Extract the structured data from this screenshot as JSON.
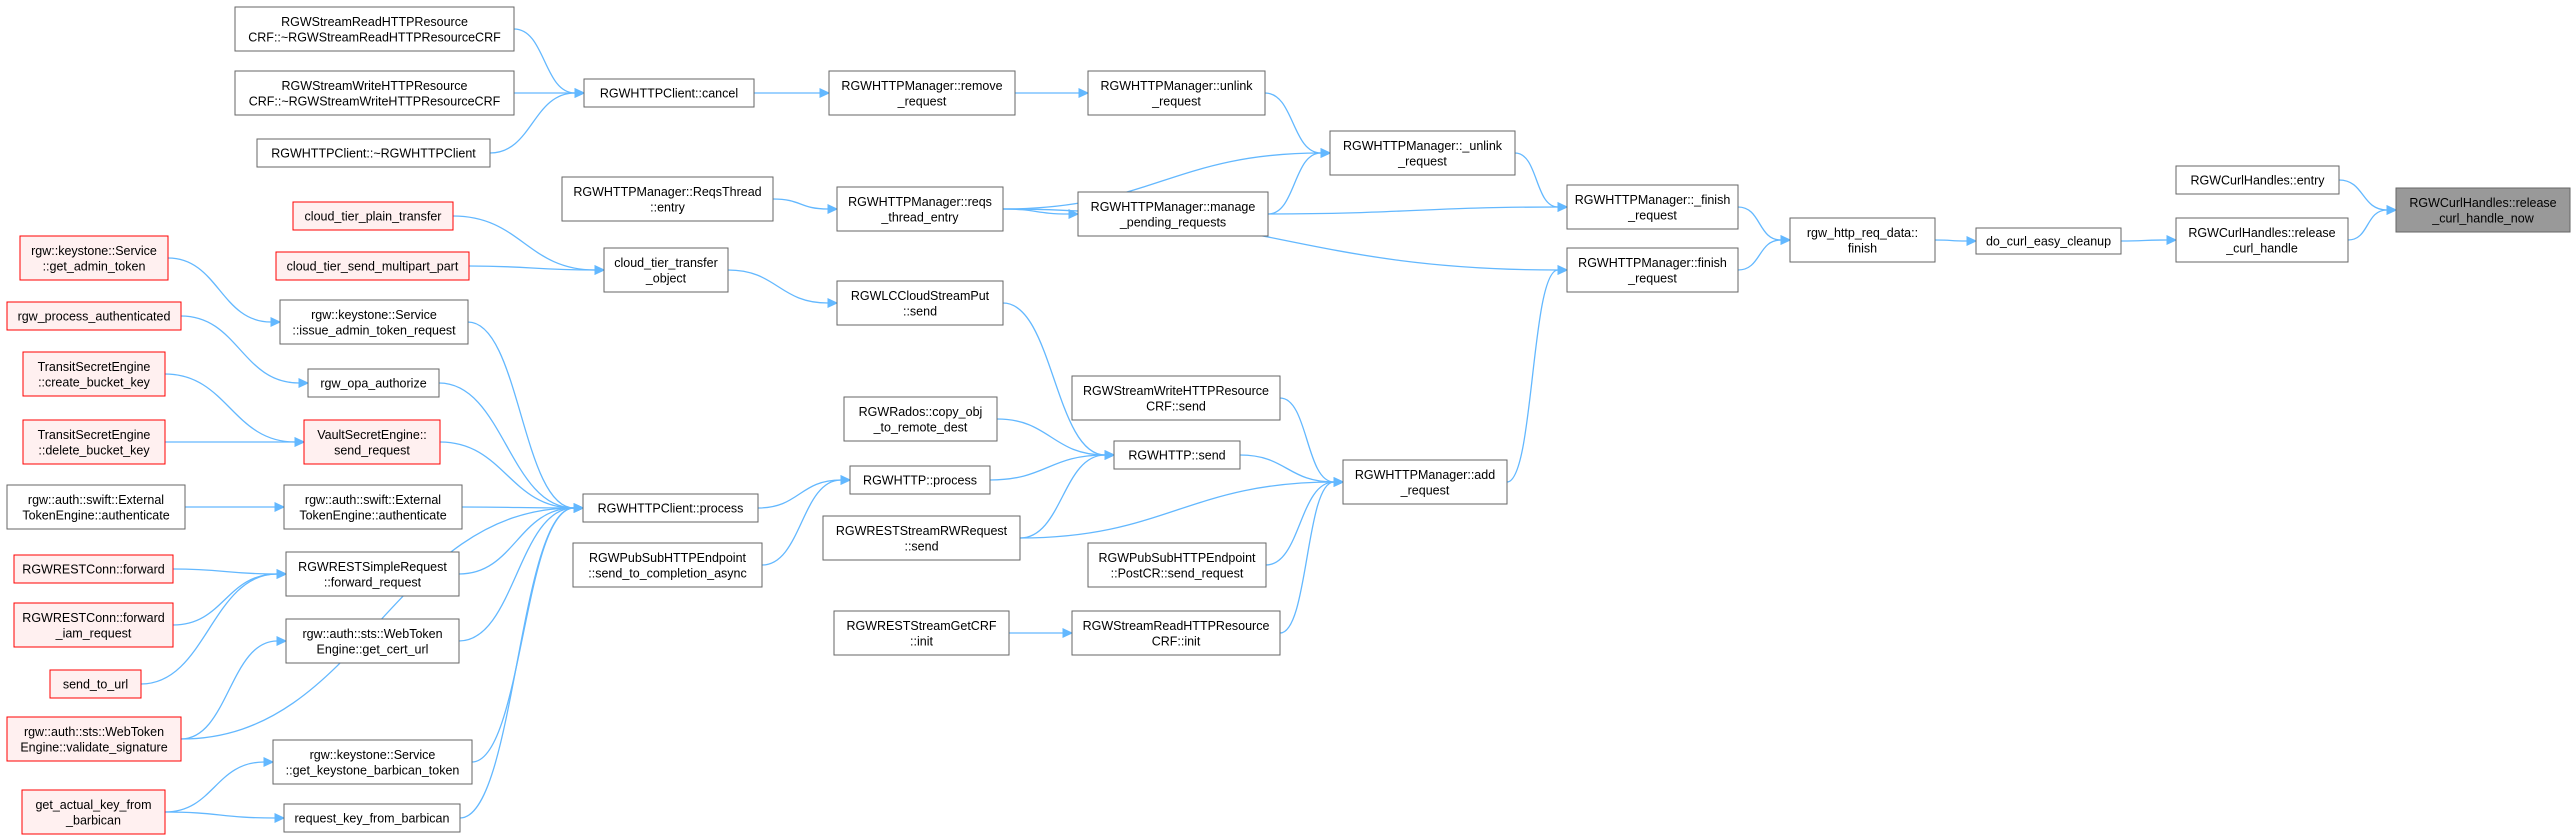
{
  "title": "",
  "colors": {
    "normal_border": "#666666",
    "normal_fill": "#ffffff",
    "red_border": "#ff0000",
    "red_fill": "#fff0f0",
    "root_fill": "#999999",
    "root_border": "#666666",
    "edge": "#63b8ff"
  },
  "nodes": [
    {
      "id": "n_root",
      "style": "root",
      "lines": [
        "RGWCurlHandles::release",
        "_curl_handle_now"
      ]
    },
    {
      "id": "n_entry",
      "style": "normal",
      "lines": [
        "RGWCurlHandles::entry"
      ]
    },
    {
      "id": "n_release",
      "style": "normal",
      "lines": [
        "RGWCurlHandles::release",
        "_curl_handle"
      ]
    },
    {
      "id": "n_cleanup",
      "style": "normal",
      "lines": [
        "do_curl_easy_cleanup"
      ]
    },
    {
      "id": "n_finish",
      "style": "normal",
      "lines": [
        "rgw_http_req_data::",
        "finish"
      ]
    },
    {
      "id": "n_mgr_ufinish",
      "style": "normal",
      "lines": [
        "RGWHTTPManager::_finish",
        "_request"
      ]
    },
    {
      "id": "n_mgr_finish",
      "style": "normal",
      "lines": [
        "RGWHTTPManager::finish",
        "_request"
      ]
    },
    {
      "id": "n_mgr_uunlink",
      "style": "normal",
      "lines": [
        "RGWHTTPManager::_unlink",
        "_request"
      ]
    },
    {
      "id": "n_mgr_manage",
      "style": "normal",
      "lines": [
        "RGWHTTPManager::manage",
        "_pending_requests"
      ]
    },
    {
      "id": "n_mgr_add",
      "style": "normal",
      "lines": [
        "RGWHTTPManager::add",
        "_request"
      ]
    },
    {
      "id": "n_mgr_unlink",
      "style": "normal",
      "lines": [
        "RGWHTTPManager::unlink",
        "_request"
      ]
    },
    {
      "id": "n_mgr_reqs",
      "style": "normal",
      "lines": [
        "RGWHTTPManager::reqs",
        "_thread_entry"
      ]
    },
    {
      "id": "n_mgr_remove",
      "style": "normal",
      "lines": [
        "RGWHTTPManager::remove",
        "_request"
      ]
    },
    {
      "id": "n_reqsthread",
      "style": "normal",
      "lines": [
        "RGWHTTPManager::ReqsThread",
        "::entry"
      ]
    },
    {
      "id": "n_client_cancel",
      "style": "normal",
      "lines": [
        "RGWHTTPClient::cancel"
      ]
    },
    {
      "id": "n_srcrf_dtor",
      "style": "normal",
      "lines": [
        "RGWStreamReadHTTPResource",
        "CRF::~RGWStreamReadHTTPResourceCRF"
      ]
    },
    {
      "id": "n_swcrf_dtor",
      "style": "normal",
      "lines": [
        "RGWStreamWriteHTTPResource",
        "CRF::~RGWStreamWriteHTTPResourceCRF"
      ]
    },
    {
      "id": "n_client_dtor",
      "style": "normal",
      "lines": [
        "RGWHTTPClient::~RGWHTTPClient"
      ]
    },
    {
      "id": "n_swcrf_send",
      "style": "normal",
      "lines": [
        "RGWStreamWriteHTTPResource",
        "CRF::send"
      ]
    },
    {
      "id": "n_http_send",
      "style": "normal",
      "lines": [
        "RGWHTTP::send"
      ]
    },
    {
      "id": "n_pubsub_postcr",
      "style": "normal",
      "lines": [
        "RGWPubSubHTTPEndpoint",
        "::PostCR::send_request"
      ]
    },
    {
      "id": "n_srcrf_init",
      "style": "normal",
      "lines": [
        "RGWStreamReadHTTPResource",
        "CRF::init"
      ]
    },
    {
      "id": "n_lc_send",
      "style": "normal",
      "lines": [
        "RGWLCCloudStreamPut",
        "::send"
      ]
    },
    {
      "id": "n_copy_obj",
      "style": "normal",
      "lines": [
        "RGWRados::copy_obj",
        "_to_remote_dest"
      ]
    },
    {
      "id": "n_http_process",
      "style": "normal",
      "lines": [
        "RGWHTTP::process"
      ]
    },
    {
      "id": "n_rwreq_send",
      "style": "normal",
      "lines": [
        "RGWRESTStreamRWRequest",
        "::send"
      ]
    },
    {
      "id": "n_getcrf_init",
      "style": "normal",
      "lines": [
        "RGWRESTStreamGetCRF",
        "::init"
      ]
    },
    {
      "id": "n_cloud_transfer",
      "style": "normal",
      "lines": [
        "cloud_tier_transfer",
        "_object"
      ]
    },
    {
      "id": "n_client_process",
      "style": "normal",
      "lines": [
        "RGWHTTPClient::process"
      ]
    },
    {
      "id": "n_pubsub_send",
      "style": "normal",
      "lines": [
        "RGWPubSubHTTPEndpoint",
        "::send_to_completion_async"
      ]
    },
    {
      "id": "n_cloud_plain",
      "style": "red",
      "lines": [
        "cloud_tier_plain_transfer"
      ]
    },
    {
      "id": "n_cloud_multi",
      "style": "red",
      "lines": [
        "cloud_tier_send_multipart_part"
      ]
    },
    {
      "id": "n_ks_issue",
      "style": "normal",
      "lines": [
        "rgw::keystone::Service",
        "::issue_admin_token_request"
      ]
    },
    {
      "id": "n_opa",
      "style": "normal",
      "lines": [
        "rgw_opa_authorize"
      ]
    },
    {
      "id": "n_vault_send",
      "style": "red",
      "lines": [
        "VaultSecretEngine::",
        "send_request"
      ]
    },
    {
      "id": "n_swift_auth2",
      "style": "normal",
      "lines": [
        "rgw::auth::swift::External",
        "TokenEngine::authenticate"
      ]
    },
    {
      "id": "n_simple_fwd",
      "style": "normal",
      "lines": [
        "RGWRESTSimpleRequest",
        "::forward_request"
      ]
    },
    {
      "id": "n_sts_cert",
      "style": "normal",
      "lines": [
        "rgw::auth::sts::WebToken",
        "Engine::get_cert_url"
      ]
    },
    {
      "id": "n_ks_barbican",
      "style": "normal",
      "lines": [
        "rgw::keystone::Service",
        "::get_keystone_barbican_token"
      ]
    },
    {
      "id": "n_req_key",
      "style": "normal",
      "lines": [
        "request_key_from_barbican"
      ]
    },
    {
      "id": "n_ks_admin",
      "style": "red",
      "lines": [
        "rgw::keystone::Service",
        "::get_admin_token"
      ]
    },
    {
      "id": "n_proc_auth",
      "style": "red",
      "lines": [
        "rgw_process_authenticated"
      ]
    },
    {
      "id": "n_transit_create",
      "style": "red",
      "lines": [
        "TransitSecretEngine",
        "::create_bucket_key"
      ]
    },
    {
      "id": "n_transit_delete",
      "style": "red",
      "lines": [
        "TransitSecretEngine",
        "::delete_bucket_key"
      ]
    },
    {
      "id": "n_swift_auth1",
      "style": "normal",
      "lines": [
        "rgw::auth::swift::External",
        "TokenEngine::authenticate"
      ]
    },
    {
      "id": "n_conn_fwd",
      "style": "red",
      "lines": [
        "RGWRESTConn::forward"
      ]
    },
    {
      "id": "n_conn_iam",
      "style": "red",
      "lines": [
        "RGWRESTConn::forward",
        "_iam_request"
      ]
    },
    {
      "id": "n_send_url",
      "style": "red",
      "lines": [
        "send_to_url"
      ]
    },
    {
      "id": "n_sts_validate",
      "style": "red",
      "lines": [
        "rgw::auth::sts::WebToken",
        "Engine::validate_signature"
      ]
    },
    {
      "id": "n_get_actual",
      "style": "red",
      "lines": [
        "get_actual_key_from",
        "_barbican"
      ]
    }
  ],
  "edges": [
    [
      "n_entry",
      "n_root"
    ],
    [
      "n_release",
      "n_root"
    ],
    [
      "n_cleanup",
      "n_release"
    ],
    [
      "n_finish",
      "n_cleanup"
    ],
    [
      "n_mgr_ufinish",
      "n_finish"
    ],
    [
      "n_mgr_finish",
      "n_finish"
    ],
    [
      "n_mgr_uunlink",
      "n_mgr_ufinish"
    ],
    [
      "n_mgr_manage",
      "n_mgr_ufinish"
    ],
    [
      "n_mgr_add",
      "n_mgr_finish"
    ],
    [
      "n_mgr_unlink",
      "n_mgr_uunlink"
    ],
    [
      "n_mgr_reqs",
      "n_mgr_uunlink"
    ],
    [
      "n_mgr_manage",
      "n_mgr_uunlink"
    ],
    [
      "n_mgr_reqs",
      "n_mgr_manage"
    ],
    [
      "n_mgr_reqs",
      "n_mgr_finish"
    ],
    [
      "n_mgr_remove",
      "n_mgr_unlink"
    ],
    [
      "n_client_cancel",
      "n_mgr_remove"
    ],
    [
      "n_reqsthread",
      "n_mgr_reqs"
    ],
    [
      "n_srcrf_dtor",
      "n_client_cancel"
    ],
    [
      "n_swcrf_dtor",
      "n_client_cancel"
    ],
    [
      "n_client_dtor",
      "n_client_cancel"
    ],
    [
      "n_swcrf_send",
      "n_mgr_add"
    ],
    [
      "n_http_send",
      "n_mgr_add"
    ],
    [
      "n_pubsub_postcr",
      "n_mgr_add"
    ],
    [
      "n_srcrf_init",
      "n_mgr_add"
    ],
    [
      "n_rwreq_send",
      "n_mgr_add"
    ],
    [
      "n_lc_send",
      "n_http_send"
    ],
    [
      "n_copy_obj",
      "n_http_send"
    ],
    [
      "n_http_process",
      "n_http_send"
    ],
    [
      "n_rwreq_send",
      "n_http_send"
    ],
    [
      "n_getcrf_init",
      "n_srcrf_init"
    ],
    [
      "n_cloud_transfer",
      "n_lc_send"
    ],
    [
      "n_client_process",
      "n_http_process"
    ],
    [
      "n_pubsub_send",
      "n_http_process"
    ],
    [
      "n_cloud_plain",
      "n_cloud_transfer"
    ],
    [
      "n_cloud_multi",
      "n_cloud_transfer"
    ],
    [
      "n_ks_issue",
      "n_client_process"
    ],
    [
      "n_opa",
      "n_client_process"
    ],
    [
      "n_vault_send",
      "n_client_process"
    ],
    [
      "n_swift_auth2",
      "n_client_process"
    ],
    [
      "n_simple_fwd",
      "n_client_process"
    ],
    [
      "n_sts_cert",
      "n_client_process"
    ],
    [
      "n_ks_barbican",
      "n_client_process"
    ],
    [
      "n_req_key",
      "n_client_process"
    ],
    [
      "n_sts_validate",
      "n_client_process"
    ],
    [
      "n_ks_admin",
      "n_ks_issue"
    ],
    [
      "n_proc_auth",
      "n_opa"
    ],
    [
      "n_transit_create",
      "n_vault_send"
    ],
    [
      "n_transit_delete",
      "n_vault_send"
    ],
    [
      "n_swift_auth1",
      "n_swift_auth2"
    ],
    [
      "n_conn_fwd",
      "n_simple_fwd"
    ],
    [
      "n_conn_iam",
      "n_simple_fwd"
    ],
    [
      "n_send_url",
      "n_simple_fwd"
    ],
    [
      "n_sts_validate",
      "n_sts_cert"
    ],
    [
      "n_get_actual",
      "n_ks_barbican"
    ],
    [
      "n_get_actual",
      "n_req_key"
    ]
  ]
}
